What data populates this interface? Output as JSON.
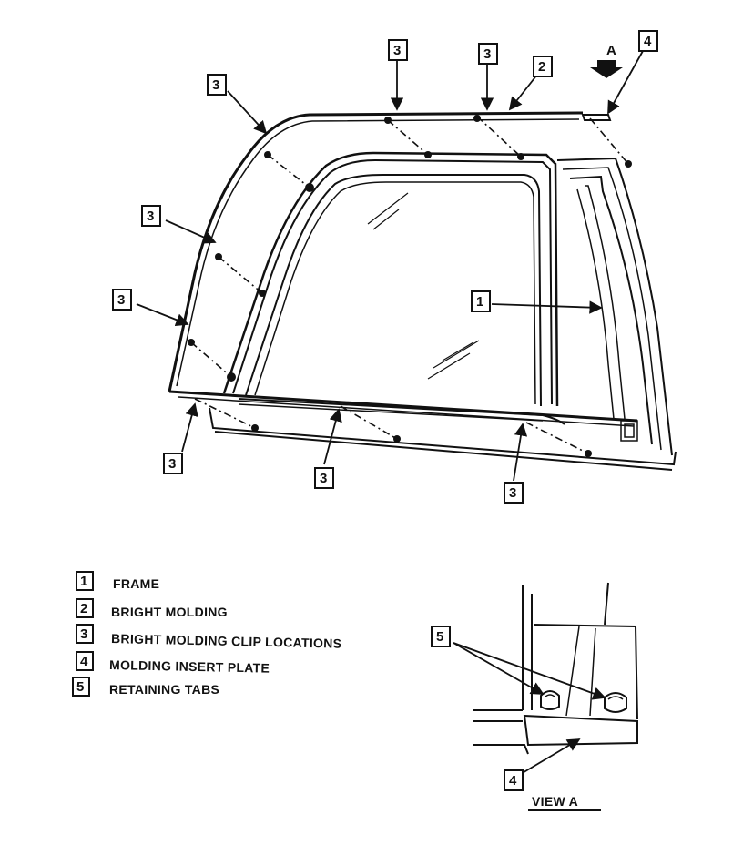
{
  "callouts": {
    "frame": "1",
    "bright_molding": "2",
    "clip_location": "3",
    "insert_plate": "4",
    "retaining_tabs": "5"
  },
  "legend": [
    {
      "number": "1",
      "label": "FRAME"
    },
    {
      "number": "2",
      "label": "BRIGHT MOLDING"
    },
    {
      "number": "3",
      "label": "BRIGHT MOLDING CLIP LOCATIONS"
    },
    {
      "number": "4",
      "label": "MOLDING INSERT PLATE"
    },
    {
      "number": "5",
      "label": "RETAINING TABS"
    }
  ],
  "view_arrow_label": "A",
  "view_title": "VIEW A"
}
